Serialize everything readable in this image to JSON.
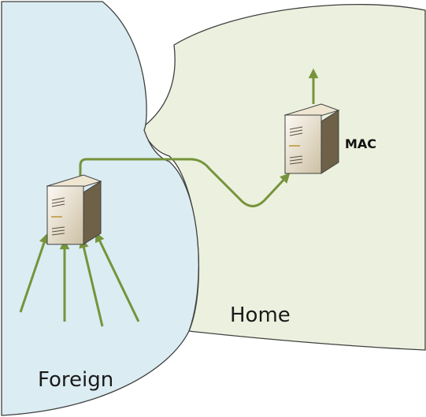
{
  "regions": {
    "foreign": {
      "label": "Foreign",
      "fill": "#dbecf2"
    },
    "home": {
      "label": "Home",
      "fill": "#ebf1de"
    }
  },
  "nodes": {
    "foreign_server": {
      "label": ""
    },
    "mac_server": {
      "label": "MAC"
    }
  },
  "colors": {
    "outline": "#404040",
    "arrow": "#77933c",
    "server_front_light": "#fdfaf4",
    "server_front_dark": "#ccbfa3",
    "server_side": "#6e6148",
    "server_top": "#efe6d2"
  },
  "incoming_arrow_count": 4
}
